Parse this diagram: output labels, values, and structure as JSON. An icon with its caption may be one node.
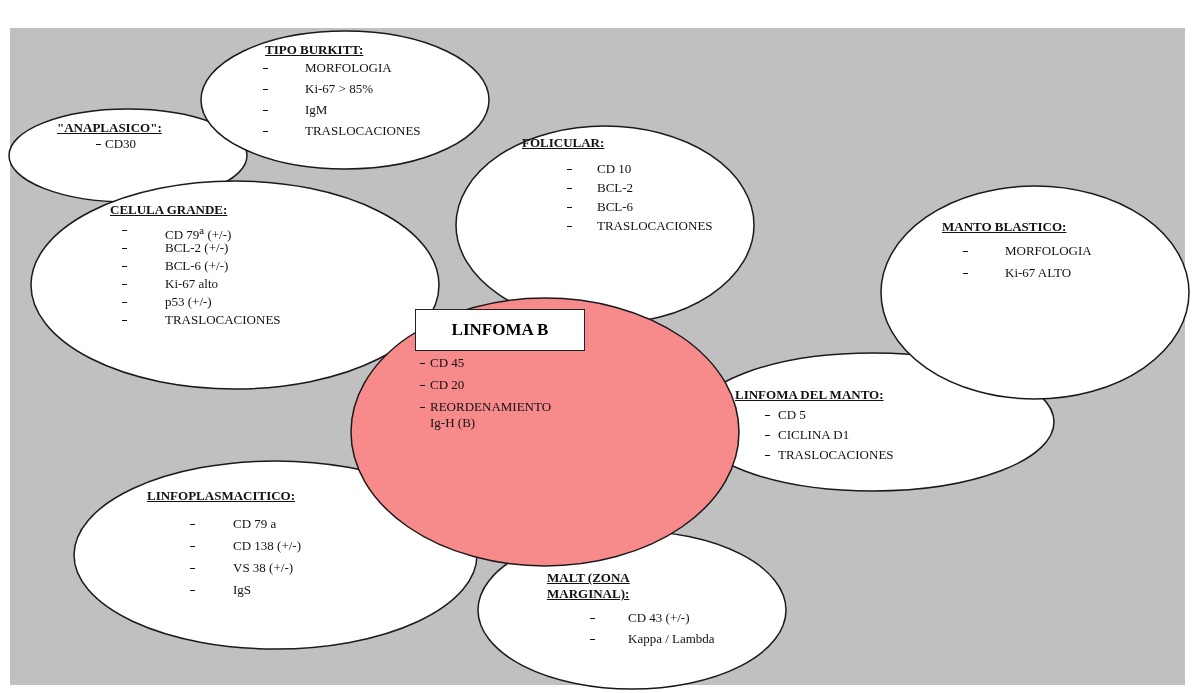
{
  "diagram": {
    "nodes": [
      {
        "text": [
          "TIPO BURKITT:",
          "MORFOLOGIA",
          "Ki-67 > 85%",
          "IgM",
          "TRASLOCACIONES"
        ]
      },
      {
        "text": [
          "\"ANAPLASICO\":",
          "CD30"
        ]
      },
      {
        "text": [
          "FOLICULAR:",
          "CD 10",
          "BCL-2",
          "BCL-6",
          "TRASLOCACIONES"
        ]
      },
      {
        "text": [
          "CELULA GRANDE:",
          "CD 79$^{a}$ (+/-)",
          "BCL-2 (+/-)",
          "BCL-6 (+/-)",
          "Ki-67 alto",
          "p53 (+/-)",
          "TRASLOCACIONES"
        ]
      },
      {
        "text": [
          "MANTO BLASTICO:",
          "MORFOLOGIA",
          "Ki-67 ALTO"
        ]
      },
      {
        "text": [
          "CD 45",
          "CD 20",
          "REORDENAMIENTO Ig-H (B)"
        ]
      },
      {
        "text": [
          "LINFOMA B"
        ],
        "in": 5
      },
      {
        "text": [
          "LINFOMA DEL MANTO:",
          "CD 5",
          "CICLINA D1",
          "TRASLOCACIONES"
        ]
      },
      {
        "text": [
          "LINFOPLASMACITICO:",
          "CD 79 a",
          "CD 138 (+/-)",
          "VS 38 (+/-)",
          "IgS"
        ]
      },
      {
        "text": [
          "MALT (ZONA MARGINAL):",
          "CD 43 (+/-)",
          "Kappa / Lambda"
        ]
      }
    ]
  }
}
